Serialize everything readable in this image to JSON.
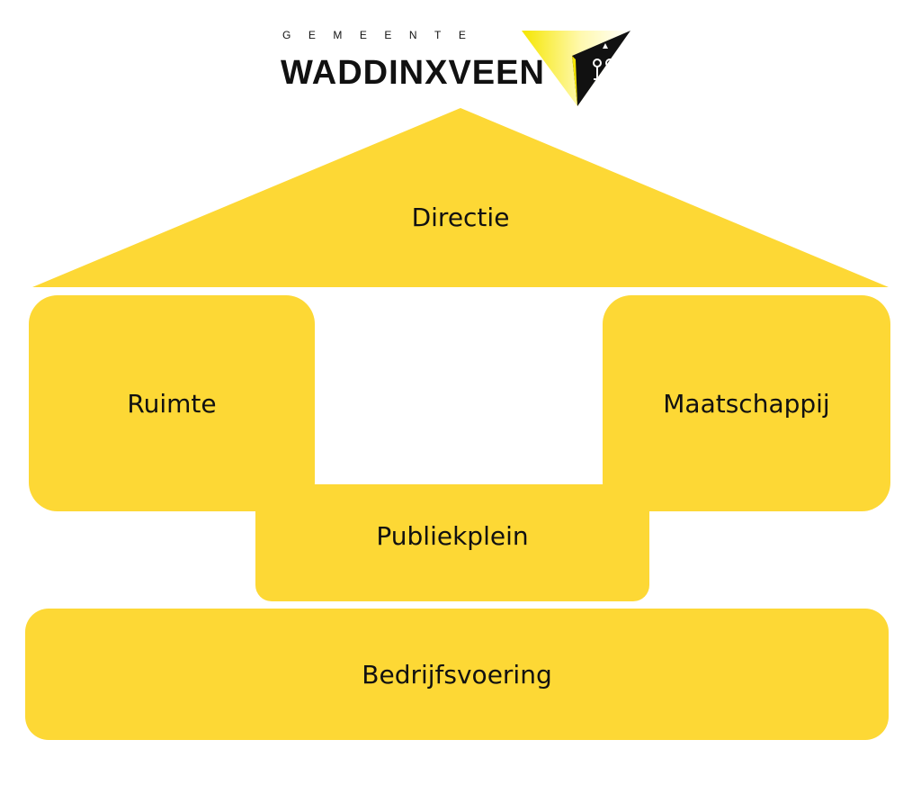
{
  "logo": {
    "small_text": "GEMEENTE",
    "name": "WADDINXVEEN",
    "emblem_icon": "waddinxveen-crest-icon"
  },
  "diagram": {
    "roof": "Directie",
    "left_block": "Ruimte",
    "right_block": "Maatschappij",
    "middle_block": "Publiekplein",
    "base_block": "Bedrijfsvoering"
  },
  "colors": {
    "block_fill": "#fdd835",
    "text": "#111111",
    "background": "#ffffff"
  }
}
